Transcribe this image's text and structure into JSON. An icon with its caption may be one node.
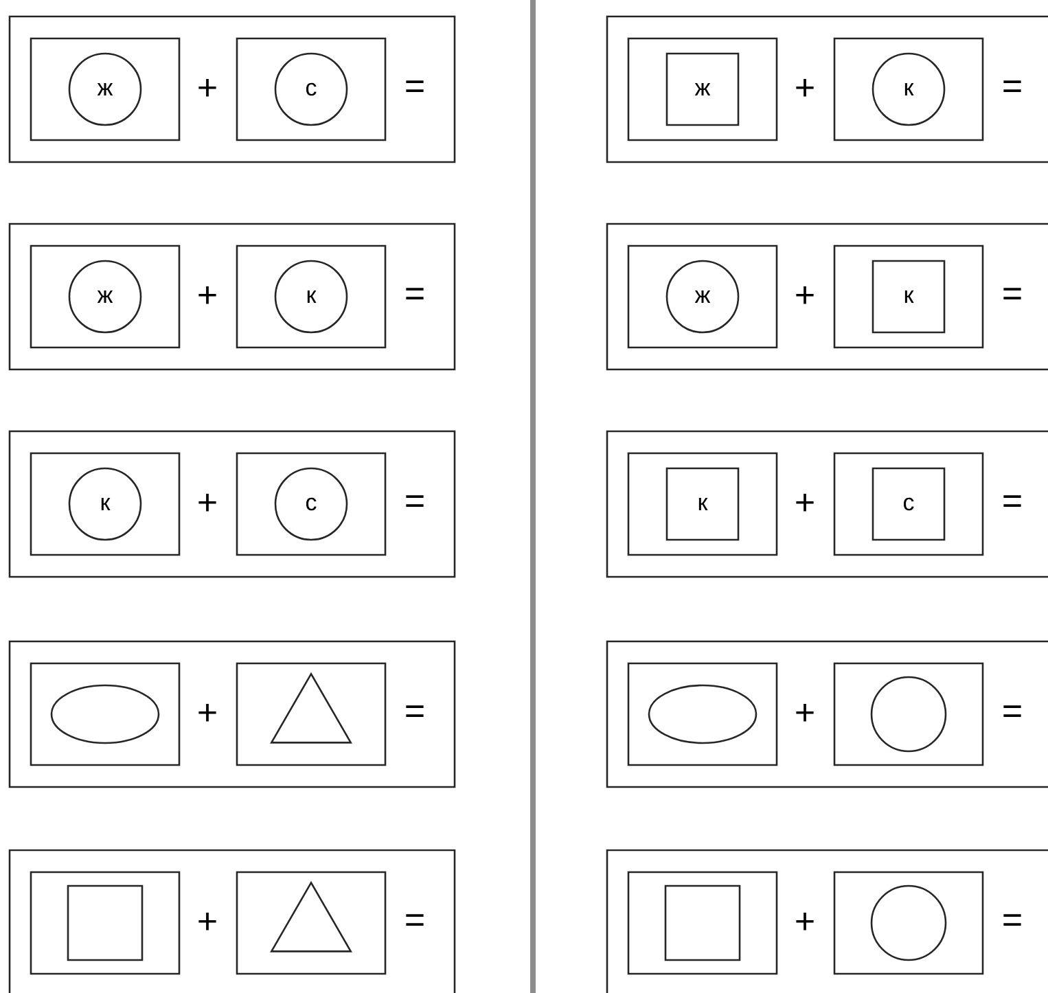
{
  "diagram": {
    "nodes": [
      {
        "text": [
          "+",
          "="
        ]
      },
      {
        "text": [],
        "shape": "box",
        "in": 0
      },
      {
        "text": [
          "ж"
        ],
        "in": 1
      },
      {
        "text": [],
        "shape": "box",
        "in": 0
      },
      {
        "text": [
          "с"
        ],
        "in": 3
      },
      {
        "text": [
          "+",
          "="
        ]
      },
      {
        "text": [],
        "shape": "box",
        "in": 5
      },
      {
        "text": [
          "ж"
        ],
        "in": 6
      },
      {
        "text": [],
        "shape": "box",
        "in": 5
      },
      {
        "text": [
          "к"
        ],
        "in": 8
      },
      {
        "text": [
          "+",
          "="
        ]
      },
      {
        "text": [],
        "shape": "box",
        "in": 10
      },
      {
        "text": [
          "ж"
        ],
        "in": 11
      },
      {
        "text": [],
        "shape": "box",
        "in": 10
      },
      {
        "text": [
          "к"
        ],
        "in": 13
      },
      {
        "text": [
          "+",
          "="
        ]
      },
      {
        "text": [],
        "shape": "box",
        "in": 15
      },
      {
        "text": [
          "ж"
        ],
        "in": 16
      },
      {
        "text": [],
        "shape": "box",
        "in": 15
      },
      {
        "text": [
          "к"
        ],
        "in": 18
      },
      {
        "text": [
          "+",
          "="
        ]
      },
      {
        "text": [],
        "shape": "box",
        "in": 20
      },
      {
        "text": [
          "к"
        ],
        "in": 21
      },
      {
        "text": [],
        "shape": "box",
        "in": 20
      },
      {
        "text": [
          "с"
        ],
        "in": 23
      },
      {
        "text": [
          "+",
          "="
        ]
      },
      {
        "text": [],
        "shape": "box",
        "in": 25
      },
      {
        "text": [
          "к"
        ],
        "in": 26
      },
      {
        "text": [],
        "shape": "box",
        "in": 25
      },
      {
        "text": [
          "с"
        ],
        "in": 28
      },
      {
        "text": [
          "+",
          "="
        ]
      },
      {
        "text": [],
        "shape": "box",
        "in": 30
      },
      {
        "text": [],
        "shape": "ellipse",
        "in": 31
      },
      {
        "text": [],
        "shape": "box",
        "in": 30
      },
      {
        "text": [],
        "shape": "triangle",
        "in": 33
      },
      {
        "text": [
          "+",
          "="
        ]
      },
      {
        "text": [],
        "shape": "box",
        "in": 35
      },
      {
        "text": [],
        "shape": "ellipse",
        "in": 36
      },
      {
        "text": [],
        "shape": "box",
        "in": 35
      },
      {
        "text": [],
        "shape": "circle",
        "in": 38
      },
      {
        "text": [
          "+",
          "="
        ]
      },
      {
        "text": [],
        "shape": "box",
        "in": 40
      },
      {
        "text": [],
        "shape": "square",
        "in": 41
      },
      {
        "text": [],
        "shape": "box",
        "in": 40
      },
      {
        "text": [],
        "shape": "triangle",
        "in": 43
      },
      {
        "text": [
          "+",
          "="
        ]
      },
      {
        "text": [],
        "shape": "box",
        "in": 45
      },
      {
        "text": [],
        "shape": "square",
        "in": 46
      },
      {
        "text": [],
        "shape": "box",
        "in": 45
      },
      {
        "text": [],
        "shape": "circle",
        "in": 48
      }
    ]
  }
}
